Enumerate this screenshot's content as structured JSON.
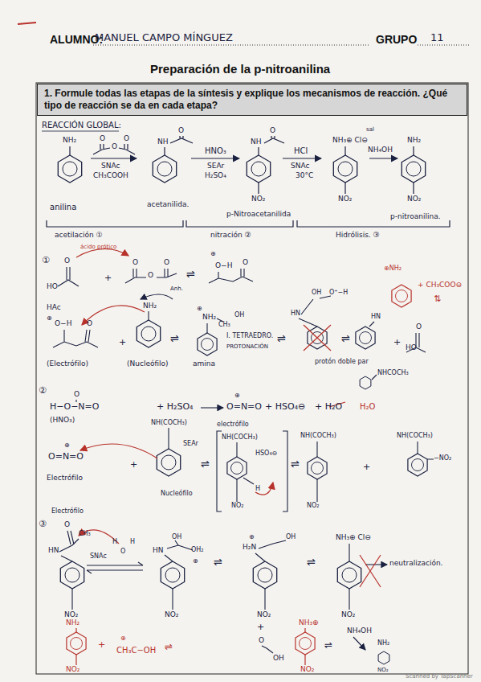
{
  "diagram": {
    "title": "Preparación de la p-nitroanilina",
    "nodes": [
      {
        "text": [
          "1. Formule todas las etapas de la síntesis y explique los mecanismos de reacción. ¿Qué tipo de reacción se da en cada etapa?"
        ]
      }
    ],
    "labels": [
      "ALUMNO:",
      "MANUEL CAMPO MÍNGUEZ",
      "GRUPO",
      "11",
      "REACCIÓN GLOBAL:",
      "NH₂",
      "anilina",
      "O",
      "O",
      "O",
      "SNAc",
      "CH₃COOH",
      "NH",
      "O",
      "acetanilida.",
      "HNO₃",
      "SEAr",
      "H₂SO₄",
      "NH",
      "O",
      "NO₂",
      "p-Nitroacetanilida",
      "HCl",
      "SNAc",
      "30°C",
      "NH₃⊕ Cl⊖",
      "sal",
      "NO₂",
      "NH₄OH",
      "NH₂",
      "NO₂",
      "p-nitroanilina.",
      "acetilación ①",
      "nitración ②",
      "Hidrólisis. ③",
      "①",
      "ácido prótico",
      "O",
      "HO",
      "+",
      "O",
      "O",
      "O",
      "Anh.",
      "⇌",
      "⊕",
      "O−H",
      "O",
      "⊕NH₂",
      "+ CH₃COO⊖",
      "⇅",
      "HAc",
      "⊕",
      "O−H",
      "O",
      "(Electrófilo)",
      "+",
      "NH₂",
      "(Nucleófilo)",
      "⇌",
      "⊕",
      "NH₂",
      "CH₃",
      "OH",
      "amina",
      "I. TETRAEDRO.",
      "PROTONACIÓN",
      "⇌",
      "OH",
      "O⁺−H",
      "HN",
      "⇌",
      "HN",
      "+",
      "HO",
      "O",
      "protón doble par",
      "NHCOCH₃",
      "②",
      "O",
      "H−O−N=O",
      "+ H₂SO₄",
      "⊕",
      "O=N=O",
      "+ HSO₄⊖",
      "+ H₂O",
      "H₂O",
      "(HNO₃)",
      "NH(COCH₃)",
      "electrófilo",
      "SEAr",
      "O=N=O",
      "⊕",
      "+",
      "Electrófilo",
      "Nucleófilo",
      "⇌",
      "NH(COCH₃)",
      "HSO₄⊖",
      "H",
      "NO₂",
      "⇌",
      "NH(COCH₃)",
      "NO₂",
      "+",
      "NH(COCH₃)",
      "−NO₂",
      "③",
      "Electrófilo",
      "HN",
      "CH₃",
      "O",
      "SNAc",
      "H",
      "O",
      "H",
      "NO₂",
      "HN",
      "OH",
      "OH₂",
      "⊕",
      "NO₂",
      "⇌",
      "H₂N",
      "⊕",
      "OH",
      "NO₂",
      "+",
      "O",
      "OH",
      "⇌",
      "NH₃⊕ Cl⊖",
      "neutralización.",
      "NO₂",
      "NH₂",
      "NO₂",
      "+",
      "⊕",
      "CH₃C−OH",
      "⇌",
      "NH₃⊕",
      "NO₂",
      "⇌",
      "NH₄OH",
      "NH₂",
      "NO₂",
      "Scanned by TapScanner"
    ]
  }
}
